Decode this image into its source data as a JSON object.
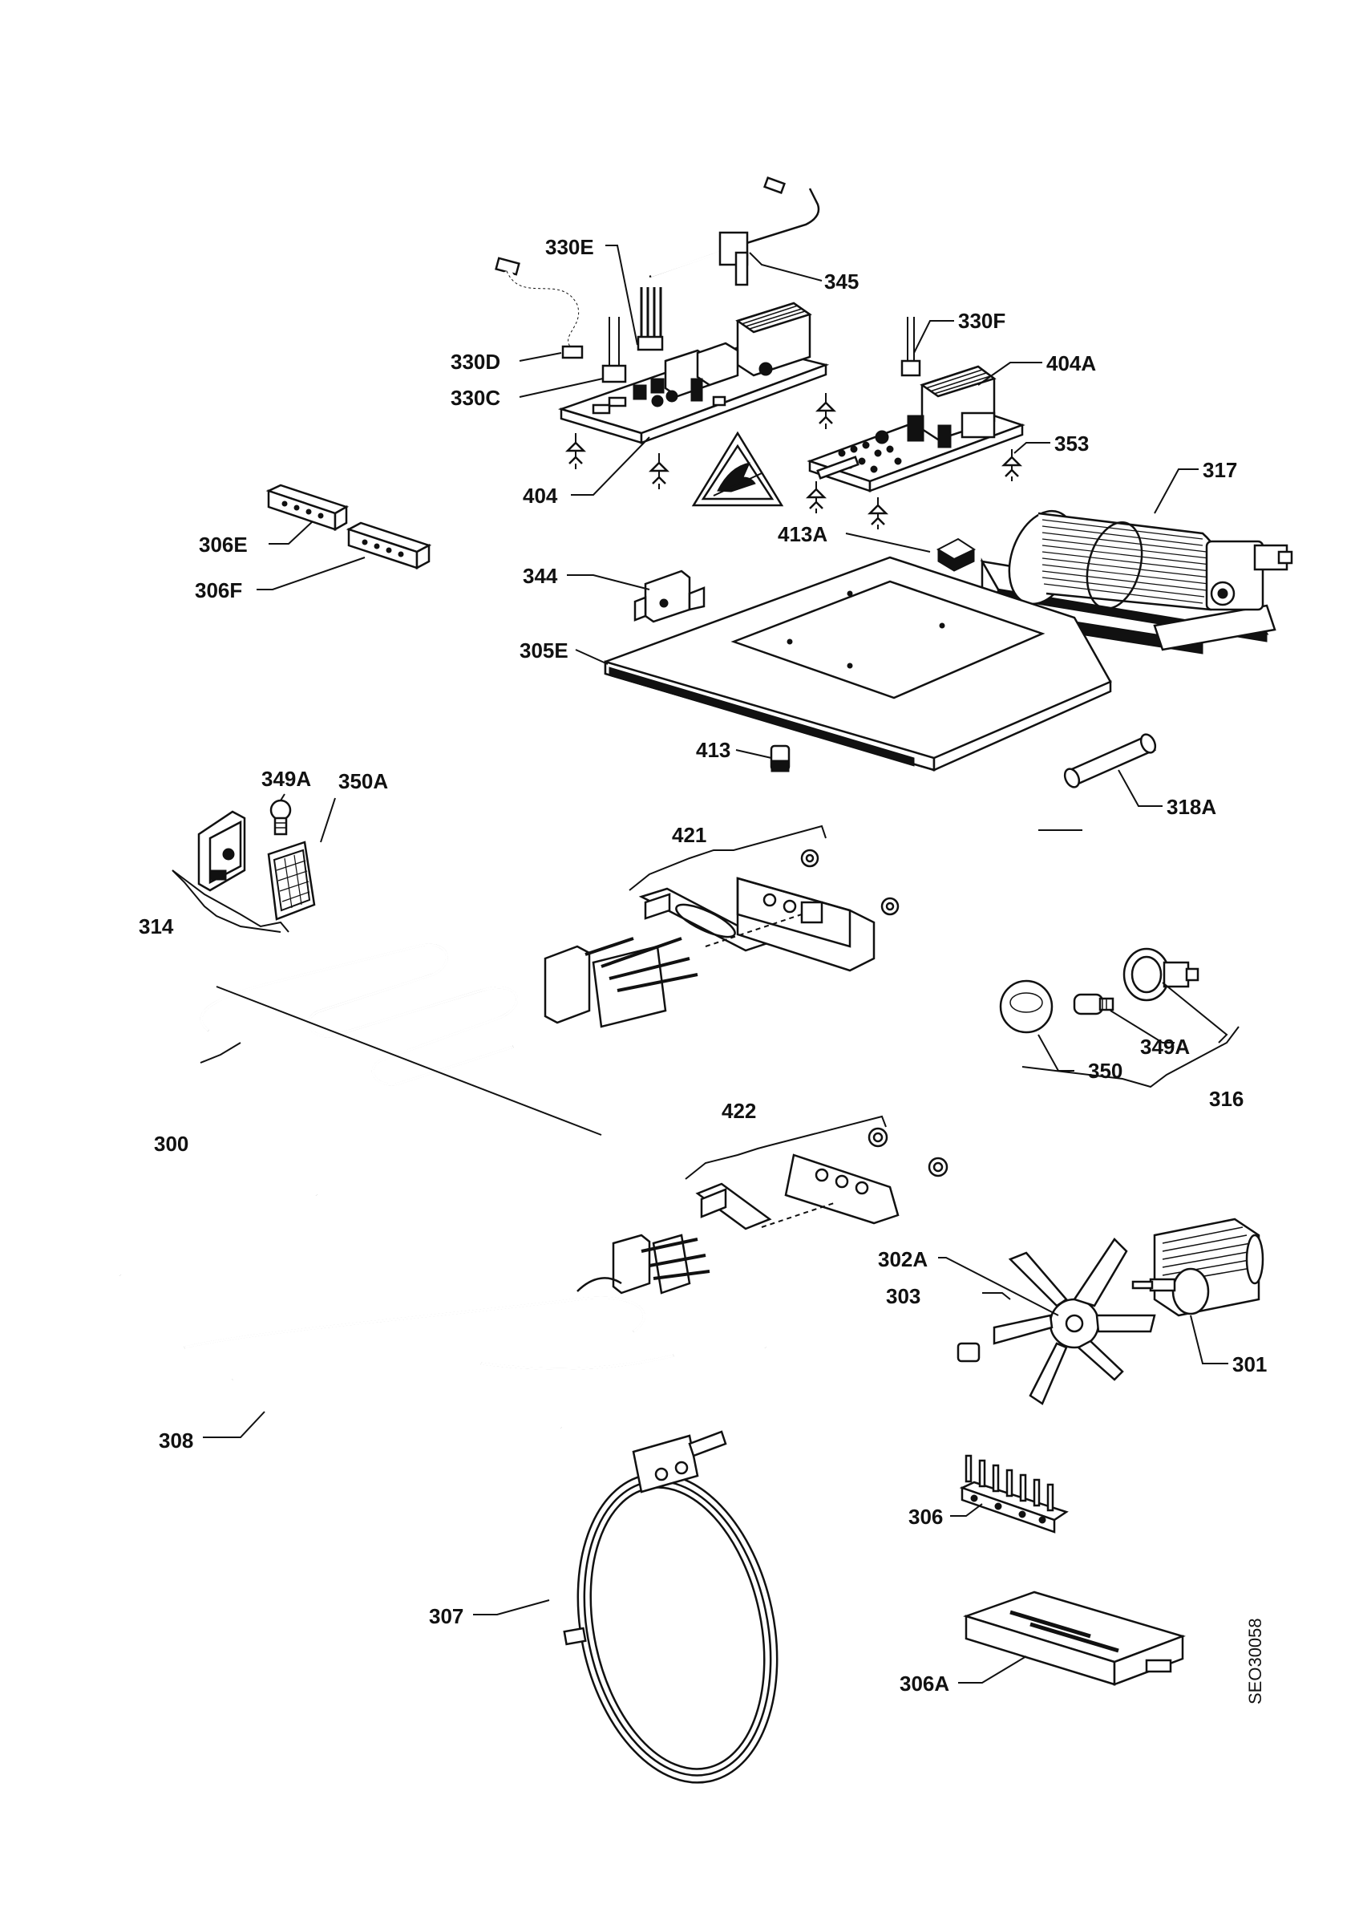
{
  "diagram": {
    "doc_id": "SEO30058",
    "parts": [
      {
        "id": "p330E",
        "label": "330E",
        "icon": "connector-icon"
      },
      {
        "id": "p345",
        "label": "345",
        "icon": "sensor-probe-icon"
      },
      {
        "id": "p330F",
        "label": "330F",
        "icon": "connector-icon"
      },
      {
        "id": "p404A",
        "label": "404A",
        "icon": "transformer-icon"
      },
      {
        "id": "p330D",
        "label": "330D",
        "icon": "ribbon-cable-icon"
      },
      {
        "id": "p330C",
        "label": "330C",
        "icon": "connector-icon"
      },
      {
        "id": "p353",
        "label": "353",
        "icon": "standoff-icon"
      },
      {
        "id": "p317",
        "label": "317",
        "icon": "tangential-fan-icon"
      },
      {
        "id": "p404",
        "label": "404",
        "icon": "circuit-board-icon"
      },
      {
        "id": "p413A",
        "label": "413A",
        "icon": "knob-icon"
      },
      {
        "id": "p306E",
        "label": "306E",
        "icon": "terminal-block-icon"
      },
      {
        "id": "p306F",
        "label": "306F",
        "icon": "terminal-block-icon"
      },
      {
        "id": "p344",
        "label": "344",
        "icon": "bracket-icon"
      },
      {
        "id": "p305E",
        "label": "305E",
        "icon": "cover-plate-icon"
      },
      {
        "id": "p413",
        "label": "413",
        "icon": "foot-icon"
      },
      {
        "id": "p318A",
        "label": "318A",
        "icon": "tube-icon"
      },
      {
        "id": "p349A_top",
        "label": "349A",
        "icon": "bulb-icon"
      },
      {
        "id": "p350A",
        "label": "350A",
        "icon": "lamp-cover-icon"
      },
      {
        "id": "p421",
        "label": "421",
        "icon": "terminal-plate-icon"
      },
      {
        "id": "p314",
        "label": "314",
        "icon": "lamp-assembly-icon"
      },
      {
        "id": "p300",
        "label": "300",
        "icon": "heating-element-icon"
      },
      {
        "id": "p350",
        "label": "350",
        "icon": "glass-cover-icon"
      },
      {
        "id": "p349A_mid",
        "label": "349A",
        "icon": "bulb-icon"
      },
      {
        "id": "p316",
        "label": "316",
        "icon": "lamp-holder-icon"
      },
      {
        "id": "p422",
        "label": "422",
        "icon": "terminal-plate-icon"
      },
      {
        "id": "p302A",
        "label": "302A",
        "icon": "fan-blade-icon"
      },
      {
        "id": "p303",
        "label": "303",
        "icon": "nut-icon"
      },
      {
        "id": "p301",
        "label": "301",
        "icon": "fan-motor-icon"
      },
      {
        "id": "p308",
        "label": "308",
        "icon": "heating-element-icon"
      },
      {
        "id": "p306",
        "label": "306",
        "icon": "terminal-block-icon"
      },
      {
        "id": "p307",
        "label": "307",
        "icon": "ring-element-icon"
      },
      {
        "id": "p306A",
        "label": "306A",
        "icon": "terminal-cover-icon"
      }
    ]
  }
}
